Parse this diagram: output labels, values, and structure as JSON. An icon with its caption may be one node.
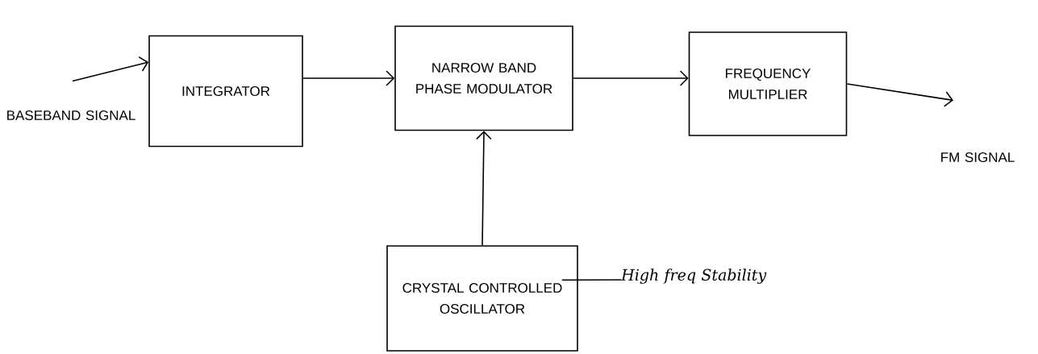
{
  "diagram": {
    "nodes": [
      {
        "text": [
          "BASEBAND SIGNAL"
        ]
      },
      {
        "text": [
          "INTEGRATOR"
        ]
      },
      {
        "text": [
          "NARROW BAND PHASE MODULATOR"
        ]
      },
      {
        "text": [
          "FREQUENCY MULTIPLIER"
        ]
      },
      {
        "text": [
          "FM SIGNAL"
        ]
      },
      {
        "text": [
          "CRYSTAL CONTROLLED OSCILLATOR"
        ]
      },
      {
        "text": [
          "High freq Stability"
        ]
      }
    ],
    "edges": [
      {
        "from": 0,
        "to": 1,
        "arrow": "to"
      },
      {
        "from": 1,
        "to": 2,
        "arrow": "to"
      },
      {
        "from": 2,
        "to": 3,
        "arrow": "to"
      },
      {
        "from": 3,
        "to": 4,
        "arrow": "to"
      },
      {
        "from": 5,
        "to": 2,
        "arrow": "to"
      },
      {
        "from": 5,
        "to": 6,
        "arrow": "none"
      }
    ]
  }
}
